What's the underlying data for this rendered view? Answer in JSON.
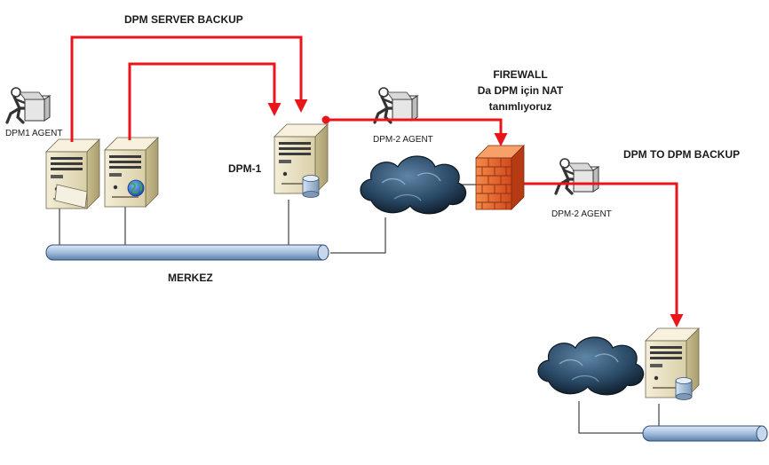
{
  "labels": {
    "dpm_server_backup": "DPM SERVER BACKUP",
    "dpm1_agent": "DPM1 AGENT",
    "dpm_1": "DPM-1",
    "dpm2_agent_top": "DPM-2 AGENT",
    "firewall_line1": "FIREWALL",
    "firewall_line2": "Da DPM için NAT",
    "firewall_line3": "tanımlıyoruz",
    "dpm_to_dpm_backup": "DPM TO DPM BACKUP",
    "dpm2_agent_right": "DPM-2 AGENT",
    "merkez": "MERKEZ"
  },
  "colors": {
    "backup_flow": "#e8161b",
    "network_link": "#1a1a1a",
    "server_body": "#efe6c8",
    "cloud": "#2a4a66",
    "firewall": "#e8662a",
    "bus_pipe": "#a9c2e2"
  }
}
